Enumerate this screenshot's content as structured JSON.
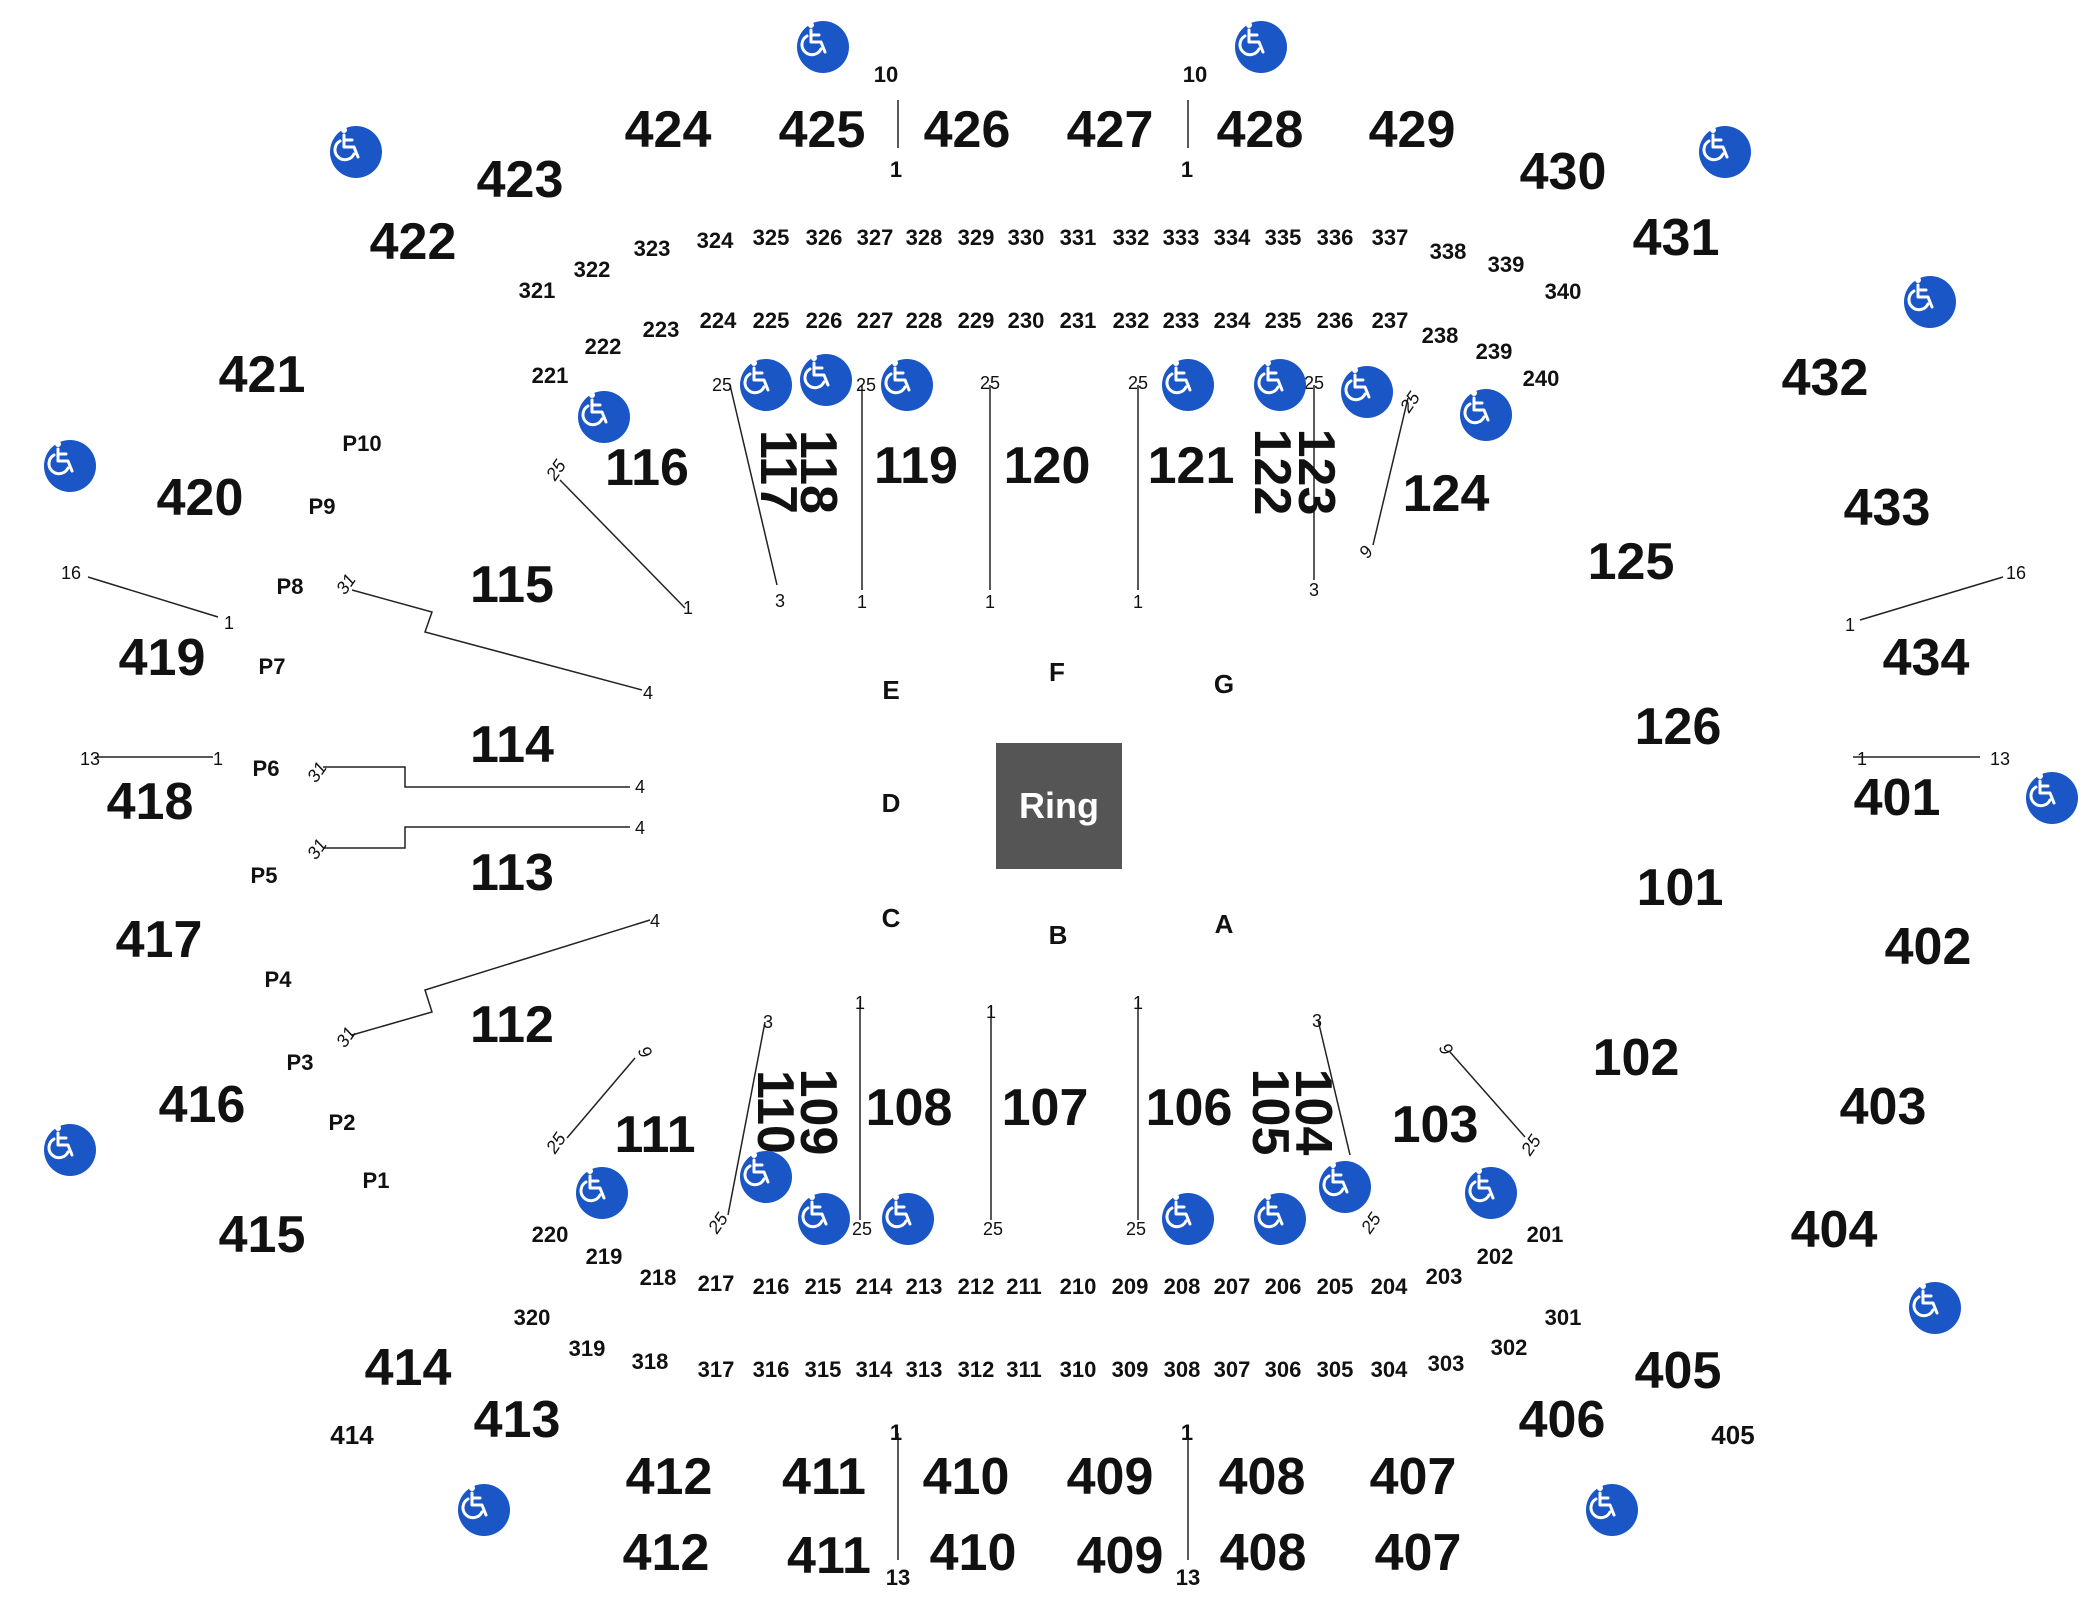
{
  "center": {
    "ring_label": "Ring",
    "floor_sections": [
      "A",
      "B",
      "C",
      "D",
      "E",
      "F",
      "G"
    ]
  },
  "colors": {
    "accessible": "#1a56c5",
    "ring": "#555555",
    "text": "#111111"
  },
  "icons": {
    "accessible": "wheelchair-icon"
  },
  "sections_100": [
    "101",
    "102",
    "103",
    "104",
    "105",
    "106",
    "107",
    "108",
    "109",
    "110",
    "111",
    "112",
    "113",
    "114",
    "115",
    "116",
    "117",
    "118",
    "119",
    "120",
    "121",
    "122",
    "123",
    "124",
    "125",
    "126"
  ],
  "sections_200": [
    "201",
    "202",
    "203",
    "204",
    "205",
    "206",
    "207",
    "208",
    "209",
    "210",
    "211",
    "212",
    "213",
    "214",
    "215",
    "216",
    "217",
    "218",
    "219",
    "220",
    "221",
    "222",
    "223",
    "224",
    "225",
    "226",
    "227",
    "228",
    "229",
    "230",
    "231",
    "232",
    "233",
    "234",
    "235",
    "236",
    "237",
    "238",
    "239",
    "240"
  ],
  "sections_300": [
    "301",
    "302",
    "303",
    "304",
    "305",
    "306",
    "307",
    "308",
    "309",
    "310",
    "311",
    "312",
    "313",
    "314",
    "315",
    "316",
    "317",
    "318",
    "319",
    "320",
    "321",
    "322",
    "323",
    "324",
    "325",
    "326",
    "327",
    "328",
    "329",
    "330",
    "331",
    "332",
    "333",
    "334",
    "335",
    "336",
    "337",
    "338",
    "339",
    "340"
  ],
  "sections_400": [
    "401",
    "402",
    "403",
    "404",
    "405",
    "406",
    "407",
    "408",
    "409",
    "410",
    "411",
    "412",
    "413",
    "414",
    "415",
    "416",
    "417",
    "418",
    "419",
    "420",
    "421",
    "422",
    "423",
    "424",
    "425",
    "426",
    "427",
    "428",
    "429",
    "430",
    "431",
    "432",
    "433",
    "434"
  ],
  "sections_400_sub": [
    "405",
    "407",
    "408",
    "409",
    "410",
    "411",
    "412",
    "414"
  ],
  "party_boxes": [
    "P1",
    "P2",
    "P3",
    "P4",
    "P5",
    "P6",
    "P7",
    "P8",
    "P9",
    "P10"
  ],
  "row_numbers": [
    "1",
    "3",
    "4",
    "9",
    "10",
    "13",
    "16",
    "25",
    "31"
  ]
}
